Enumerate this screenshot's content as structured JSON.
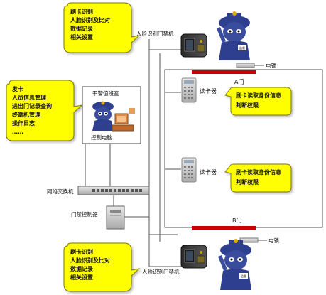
{
  "callouts": {
    "top": [
      "刷卡识别",
      "人脸识别及比对",
      "数据记录",
      "相关设置"
    ],
    "left": [
      "发卡",
      "人员信息管理",
      "进出门记录查询",
      "终端机管理",
      "操作日志",
      "……"
    ],
    "bottom": [
      "刷卡识别",
      "人脸识别及比对",
      "数据记录",
      "相关设置"
    ],
    "reader_a": [
      "刷卡读取身份信息",
      "判断权限"
    ],
    "reader_b": [
      "刷卡读取身份信息",
      "判断权限"
    ]
  },
  "labels": {
    "terminal_top": "人脸识别门禁机",
    "terminal_bottom": "人脸识别门禁机",
    "lock_top": "电锁",
    "lock_bottom": "电锁",
    "door_a": "A门",
    "door_b": "B门",
    "reader_1": "读卡器",
    "reader_2": "读卡器",
    "duty_room": "干警值班室",
    "control_pc": "控制电脑",
    "switch": "网络交换机",
    "controller": "门禁控制器",
    "guard_badge": "监督"
  },
  "colors": {
    "callout_fill": "#ffff00",
    "callout_stroke": "#7a7a00",
    "door_bar": "#cc0000",
    "line": "#555555",
    "guard_uniform": "#2e3f8f",
    "guard_skin": "#3a4c9c"
  },
  "icons": [
    "face-terminal-icon",
    "card-reader-icon",
    "guard-icon",
    "switch-icon",
    "controller-icon",
    "electric-lock-icon",
    "computer-icon"
  ]
}
